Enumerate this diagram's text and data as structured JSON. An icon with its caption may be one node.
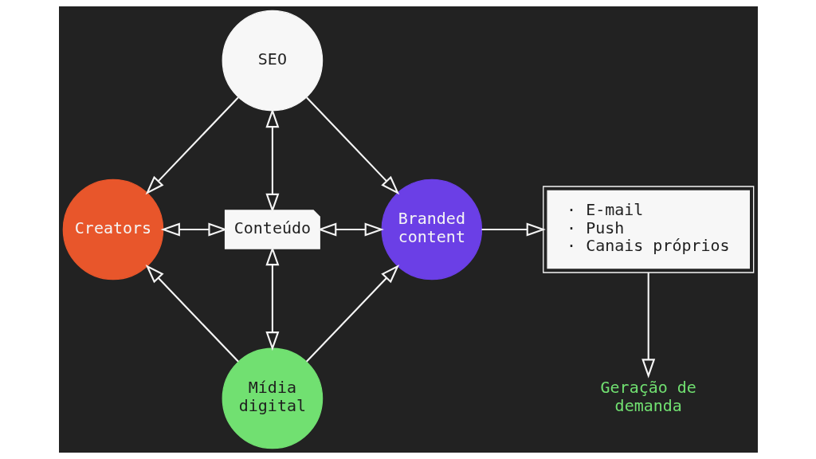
{
  "diagram": {
    "nodes": [
      {
        "text": [
          "SEO"
        ]
      },
      {
        "text": [
          "Creators"
        ]
      },
      {
        "text": [
          "Conteúdo"
        ]
      },
      {
        "text": [
          "Branded content"
        ]
      },
      {
        "text": [
          "· E-mail",
          "· Push",
          "· Canais próprios"
        ]
      },
      {
        "text": [
          "Mídia digital"
        ]
      },
      {
        "text": [
          "Geração de demanda"
        ]
      }
    ],
    "edges": [
      {
        "from": 0,
        "to": 1,
        "arrow": "to"
      },
      {
        "from": 0,
        "to": 3,
        "arrow": "to"
      },
      {
        "from": 5,
        "to": 1,
        "arrow": "to"
      },
      {
        "from": 5,
        "to": 3,
        "arrow": "to"
      },
      {
        "from": 0,
        "to": 2,
        "arrow": "both"
      },
      {
        "from": 1,
        "to": 2,
        "arrow": "both"
      },
      {
        "from": 2,
        "to": 3,
        "arrow": "both"
      },
      {
        "from": 2,
        "to": 5,
        "arrow": "both"
      },
      {
        "from": 3,
        "to": 4,
        "arrow": "to"
      },
      {
        "from": 4,
        "to": 6,
        "arrow": "to"
      }
    ]
  }
}
